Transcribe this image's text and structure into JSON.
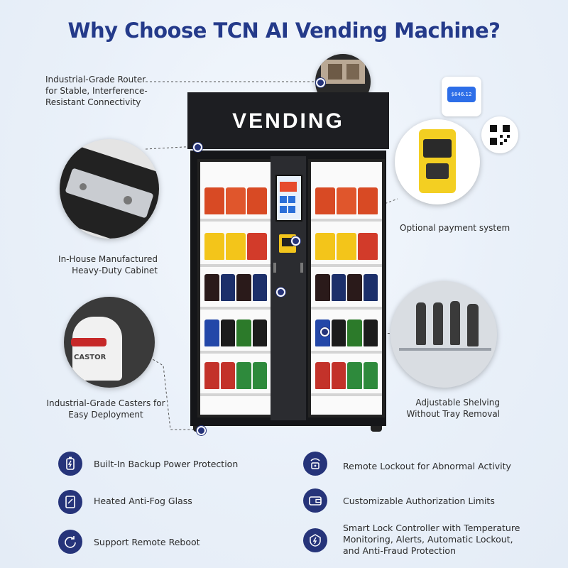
{
  "title": "Why Choose TCN AI Vending Machine?",
  "brand": "VENDING",
  "features": {
    "router": "Industrial-Grade Router for Stable, Interference-Resistant Connectivity",
    "cabinet": "In-House Manufactured Heavy-Duty Cabinet",
    "casters": "Industrial-Grade Casters for Easy Deployment",
    "payment": "Optional payment system",
    "shelving": "Adjustable Shelving Without Tray Removal"
  },
  "phone_amount": "$846.12",
  "caster_text": "CASTOR",
  "bottom": [
    {
      "label": "Built-In Backup Power Protection",
      "icon": "battery-icon"
    },
    {
      "label": "Remote Lockout for Abnormal Activity",
      "icon": "lock-icon"
    },
    {
      "label": "Heated Anti-Fog Glass",
      "icon": "glass-icon"
    },
    {
      "label": "Customizable Authorization Limits",
      "icon": "wallet-icon"
    },
    {
      "label": "Support Remote Reboot",
      "icon": "reboot-icon"
    },
    {
      "label": "Smart Lock Controller with Temperature Monitoring, Alerts, Automatic Lockout, and Anti-Fraud Protection",
      "icon": "smart-lock-icon"
    }
  ],
  "colors": {
    "accent": "#26347a",
    "title": "#243a8a",
    "machine": "#1d1e22"
  }
}
